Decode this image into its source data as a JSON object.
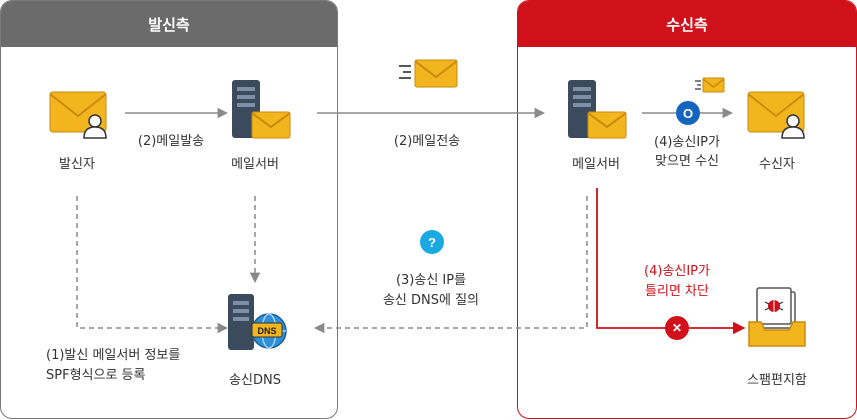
{
  "panels": {
    "sender_title": "발신측",
    "receiver_title": "수신측"
  },
  "nodes": {
    "sender": "발신자",
    "sender_mail_server": "메일서버",
    "receiver_mail_server": "메일서버",
    "receiver": "수신자",
    "sender_dns": "송신DNS",
    "spam_box": "스팸편지함"
  },
  "edges": {
    "send_mail": "(2)메일발송",
    "transfer_mail": "(2)메일전송",
    "query_line1": "(3)송신 IP를",
    "query_line2": "송신 DNS에 질의",
    "match_line1": "(4)송신IP가",
    "match_line2": "맞으면 수신",
    "mismatch_line1": "(4)송신IP가",
    "mismatch_line2": "틀리면 차단",
    "register_line1": "(1)발신 메일서버 정보를",
    "register_line2": "SPF형식으로 등록"
  },
  "badges": {
    "match": "O",
    "query": "?",
    "block": "✕"
  },
  "colors": {
    "sender_header": "#6b6b6b",
    "receiver_header": "#d0101a",
    "envelope": "#f2b51e",
    "server": "#3b4a5c",
    "badge_blue": "#1565c0",
    "badge_cyan": "#1aa9e0",
    "badge_red": "#d0101a",
    "arrow": "#8a8a8a"
  }
}
